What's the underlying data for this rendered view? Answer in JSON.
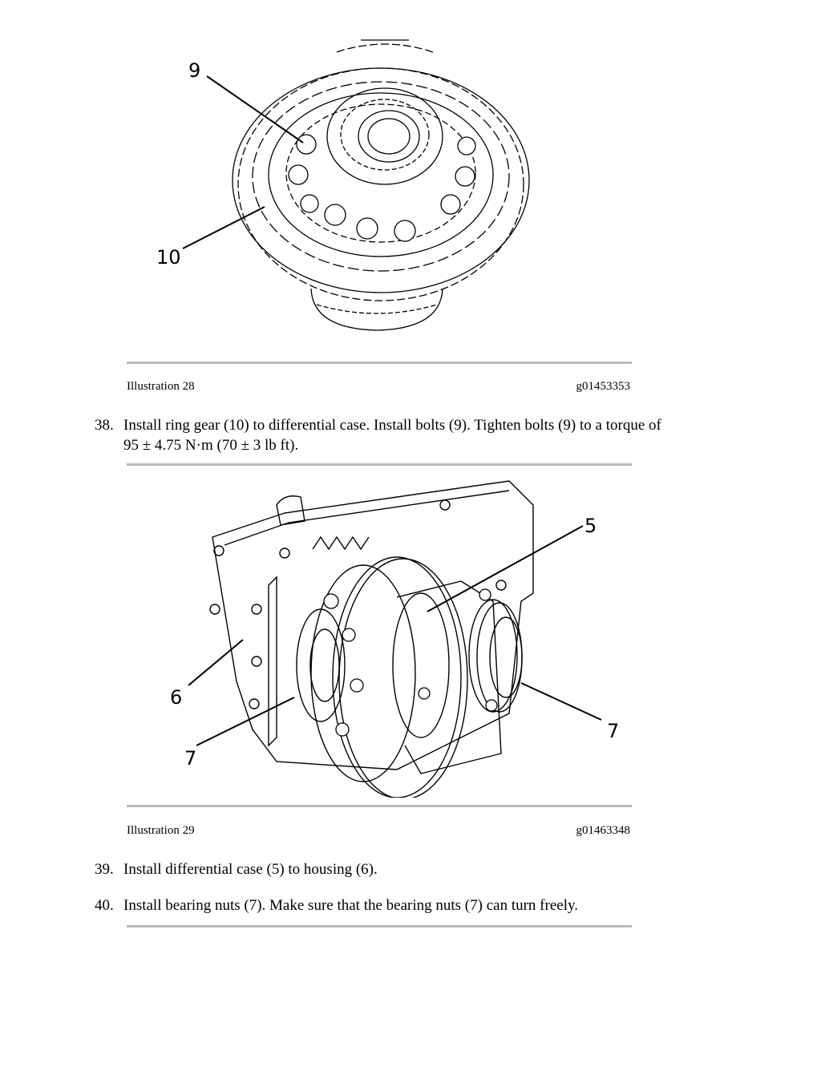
{
  "figure1": {
    "callouts": [
      "9",
      "10"
    ],
    "caption_left": "Illustration 28",
    "caption_right": "g01453353"
  },
  "step38": {
    "number": "38.",
    "line1": "Install ring gear (10) to differential case. Install bolts (9). Tighten bolts (9) to a torque of",
    "line2": "95 ± 4.75 N·m (70 ± 3 lb ft)."
  },
  "figure2": {
    "callouts": [
      "5",
      "6",
      "7",
      "7"
    ],
    "caption_left": "Illustration 29",
    "caption_right": "g01463348"
  },
  "step39": {
    "number": "39.",
    "text": "Install differential case (5) to housing (6)."
  },
  "step40": {
    "number": "40.",
    "text": "Install bearing nuts (7). Make sure that the bearing nuts (7) can turn freely."
  }
}
